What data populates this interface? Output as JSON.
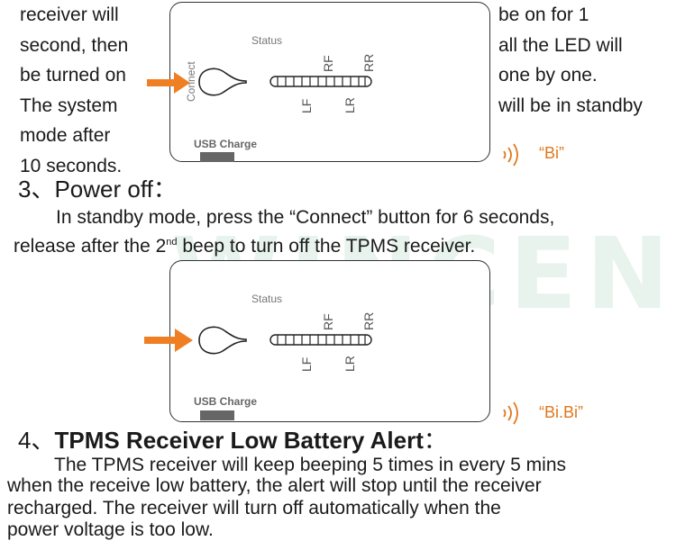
{
  "left_text": [
    "receiver will",
    "second, then",
    "be turned on",
    "The system",
    "mode after",
    "10 seconds."
  ],
  "right_text": [
    "be on for 1",
    "all the LED will",
    "one by one.",
    "will be in standby"
  ],
  "device1": {
    "status": "Status",
    "connect": "Connect",
    "leds": [
      "LF",
      "RF",
      "LR",
      "RR"
    ],
    "usb": "USB Charge",
    "sound": "“Bi”"
  },
  "section3": {
    "heading": "3、Power off：",
    "line1": "In standby mode, press the “Connect” button for 6 seconds,",
    "line2_pre": "release after the 2",
    "line2_sup": "nd",
    "line2_post": " beep to turn off the TPMS receiver."
  },
  "device2": {
    "status": "Status",
    "leds": [
      "LF",
      "RF",
      "LR",
      "RR"
    ],
    "usb": "USB Charge",
    "sound": "“Bi.Bi”"
  },
  "section4": {
    "heading_num": "4、",
    "heading": "TPMS Receiver Low Battery Alert",
    "heading_colon": "：",
    "para_lines": [
      "The TPMS receiver will keep beeping 5 times in every 5 mins",
      "when the receive low battery, the alert will stop until the receiver",
      "recharged. The receiver will turn off automatically when the",
      "power voltage is too low."
    ]
  },
  "watermark": "WINCEN",
  "colors": {
    "arrow": "#f07f24",
    "sound": "#e0781e",
    "watermark": "#e7f3ec"
  },
  "icons": {
    "arrow": "arrow-right-icon",
    "sound": "sound-wave-icon",
    "button": "connect-button-icon"
  }
}
